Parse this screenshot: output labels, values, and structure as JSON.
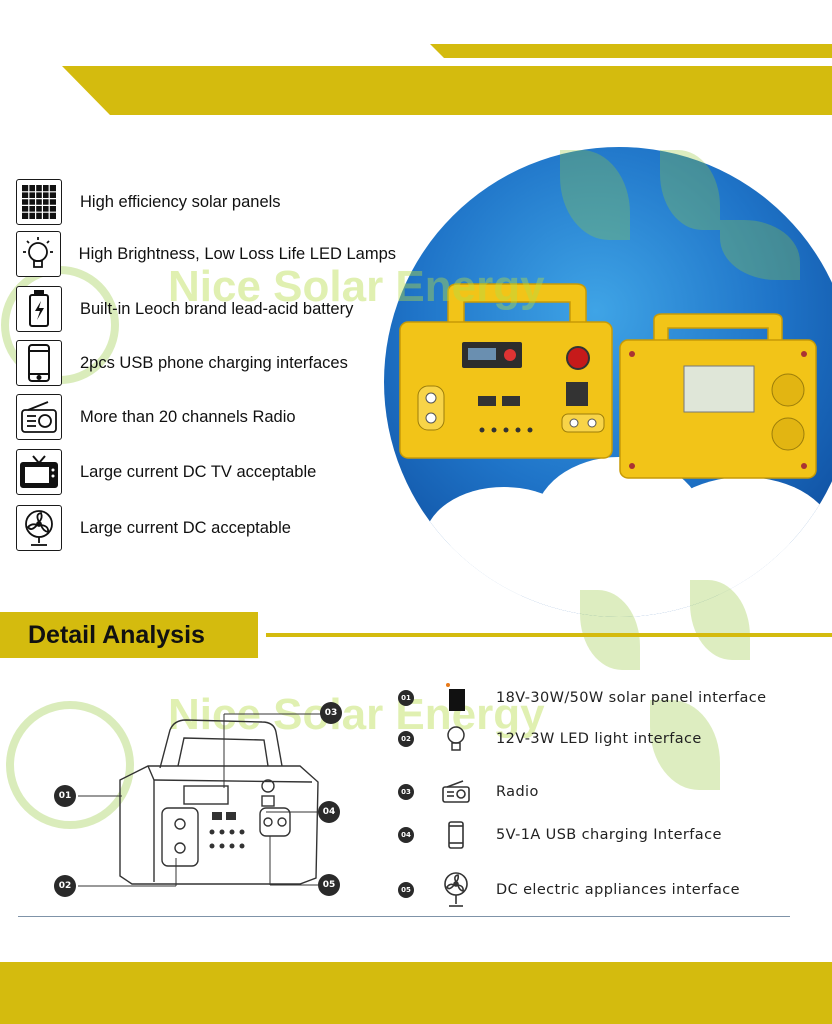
{
  "features": [
    {
      "icon": "solar-panel-icon",
      "text": "High efficiency solar panels"
    },
    {
      "icon": "light-bulb-icon",
      "text": "High Brightness, Low Loss Life LED Lamps"
    },
    {
      "icon": "battery-icon",
      "text": "Built-in Leoch brand lead-acid battery"
    },
    {
      "icon": "phone-icon",
      "text": "2pcs USB phone charging interfaces"
    },
    {
      "icon": "radio-icon",
      "text": "More than 20 channels Radio"
    },
    {
      "icon": "tv-icon",
      "text": "Large current DC TV acceptable"
    },
    {
      "icon": "fan-icon",
      "text": "Large current DC acceptable"
    }
  ],
  "watermark": "Nice Solar Energy",
  "detail": {
    "title": "Detail Analysis",
    "items": [
      {
        "num": "01",
        "icon": "solar-panel-icon",
        "text": "18V-30W/50W solar panel interface"
      },
      {
        "num": "02",
        "icon": "light-bulb-icon",
        "text": "12V-3W LED light interface"
      },
      {
        "num": "03",
        "icon": "radio-icon",
        "text": "Radio"
      },
      {
        "num": "04",
        "icon": "phone-icon",
        "text": "5V-1A USB charging Interface"
      },
      {
        "num": "05",
        "icon": "fan-icon",
        "text": "DC electric appliances interface"
      }
    ],
    "callouts": [
      "01",
      "02",
      "03",
      "04",
      "05"
    ]
  },
  "colors": {
    "accent": "#d4bb0e",
    "product_yellow": "#f2c418",
    "sky": "#1f74c8"
  }
}
